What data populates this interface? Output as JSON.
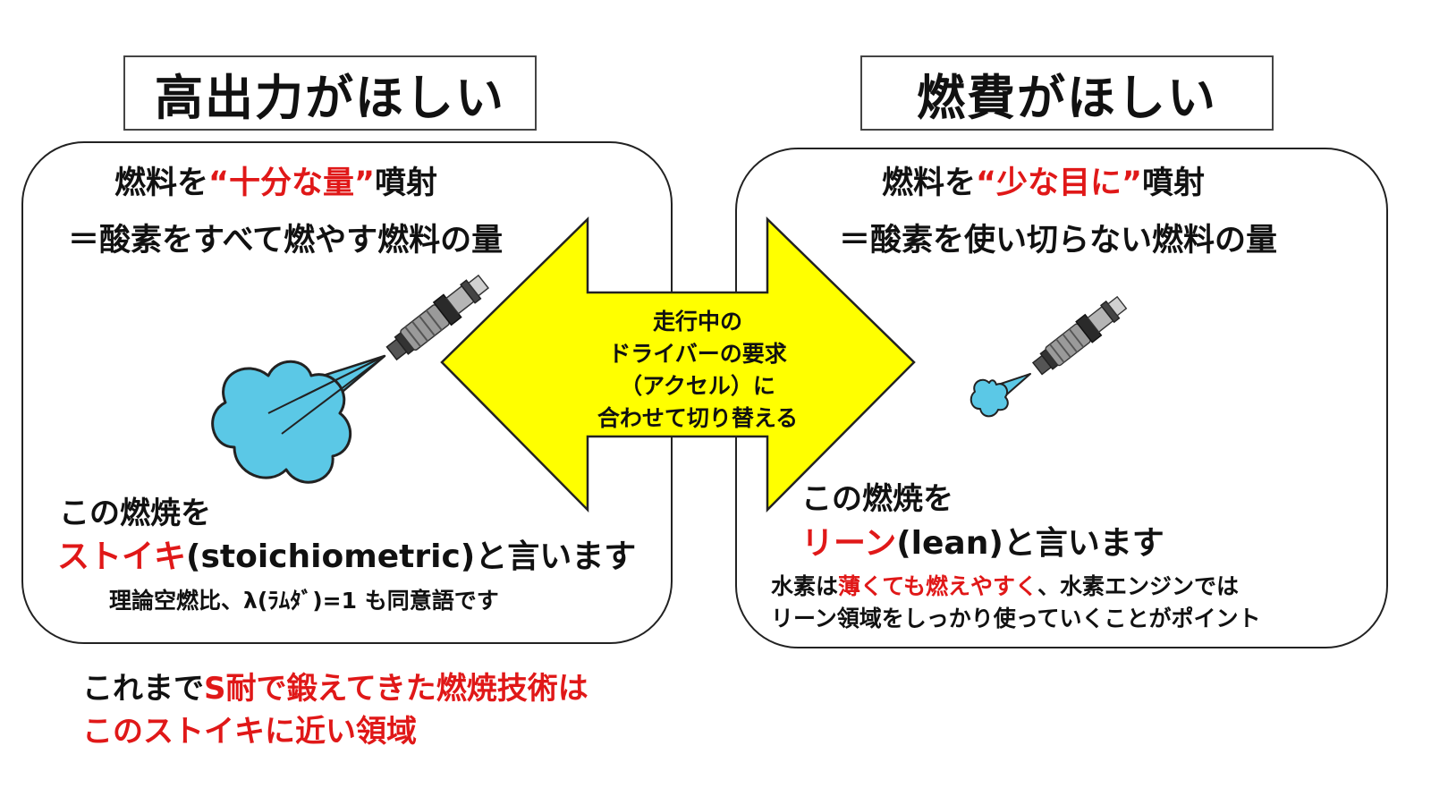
{
  "left": {
    "title": "高出力がほしい",
    "fuel_pre": "燃料を",
    "fuel_em": "“十分な量”",
    "fuel_post": "噴射",
    "oxygen_line": "＝酸素をすべて燃やす燃料の量",
    "combustion_line": "この燃焼を",
    "term": "ストイキ",
    "term_rest": "(stoichiometric)と言います",
    "synonym": "理論空燃比、λ(ﾗﾑﾀﾞ)=1 も同意語です"
  },
  "right": {
    "title": "燃費がほしい",
    "fuel_pre": "燃料を",
    "fuel_em": "“少な目に”",
    "fuel_post": "噴射",
    "oxygen_line": "＝酸素を使い切らない燃料の量",
    "combustion_line": "この燃焼を",
    "term": "リーン",
    "term_rest": "(lean)と言います",
    "note_pre": "水素は",
    "note_em": "薄くても燃えやすく",
    "note_post": "、水素エンジンでは",
    "note_line2": "リーン領域をしっかり使っていくことがポイント"
  },
  "center": {
    "lines": [
      "走行中の",
      "ドライバーの要求",
      "（アクセル）に",
      "合わせて切り替える"
    ]
  },
  "bottom": {
    "pre": "これまで",
    "em": "S耐で鍛えてきた燃焼技術は",
    "line2": "このストイキに近い領域"
  },
  "colors": {
    "accent_red": "#e01818",
    "arrow_fill": "#ffff00",
    "spray_fill": "#5bc8e6"
  },
  "icons": {
    "left_injector": "fuel-injector-icon",
    "left_spray": "fuel-spray-cloud-icon",
    "right_injector": "fuel-injector-icon",
    "right_spray": "fuel-spray-cloud-icon"
  }
}
